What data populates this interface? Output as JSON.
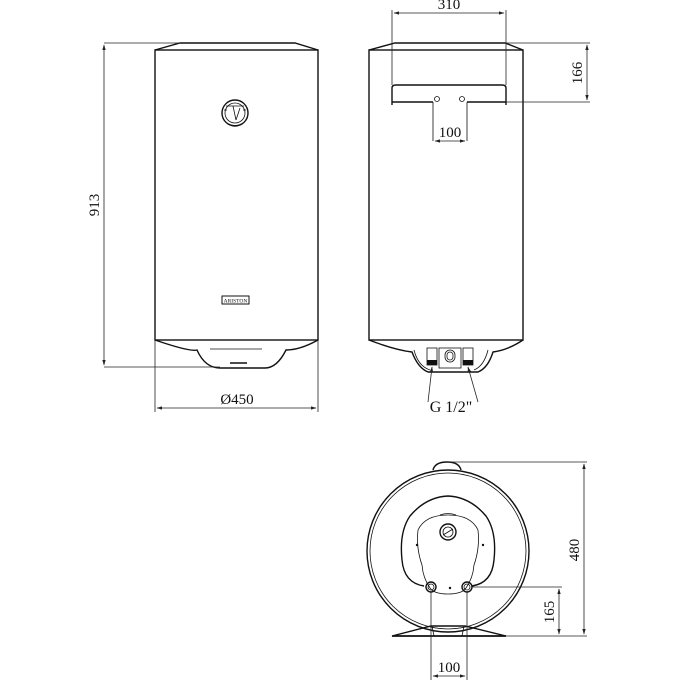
{
  "drawing": {
    "title": "Water heater dimensional drawing",
    "line_color": "#111111",
    "background": "#ffffff"
  },
  "front_view": {
    "height_dim": "913",
    "diameter_dim": "Ø450",
    "badge_text": "ARISTON"
  },
  "side_view": {
    "bracket_width_dim": "310",
    "bracket_height_dim": "166",
    "bracket_holes_dim": "100",
    "pipe_thread_label": "G 1/2\""
  },
  "bottom_view": {
    "total_height_dim": "480",
    "pipe_height_dim": "165",
    "pipe_spacing_dim": "100"
  }
}
